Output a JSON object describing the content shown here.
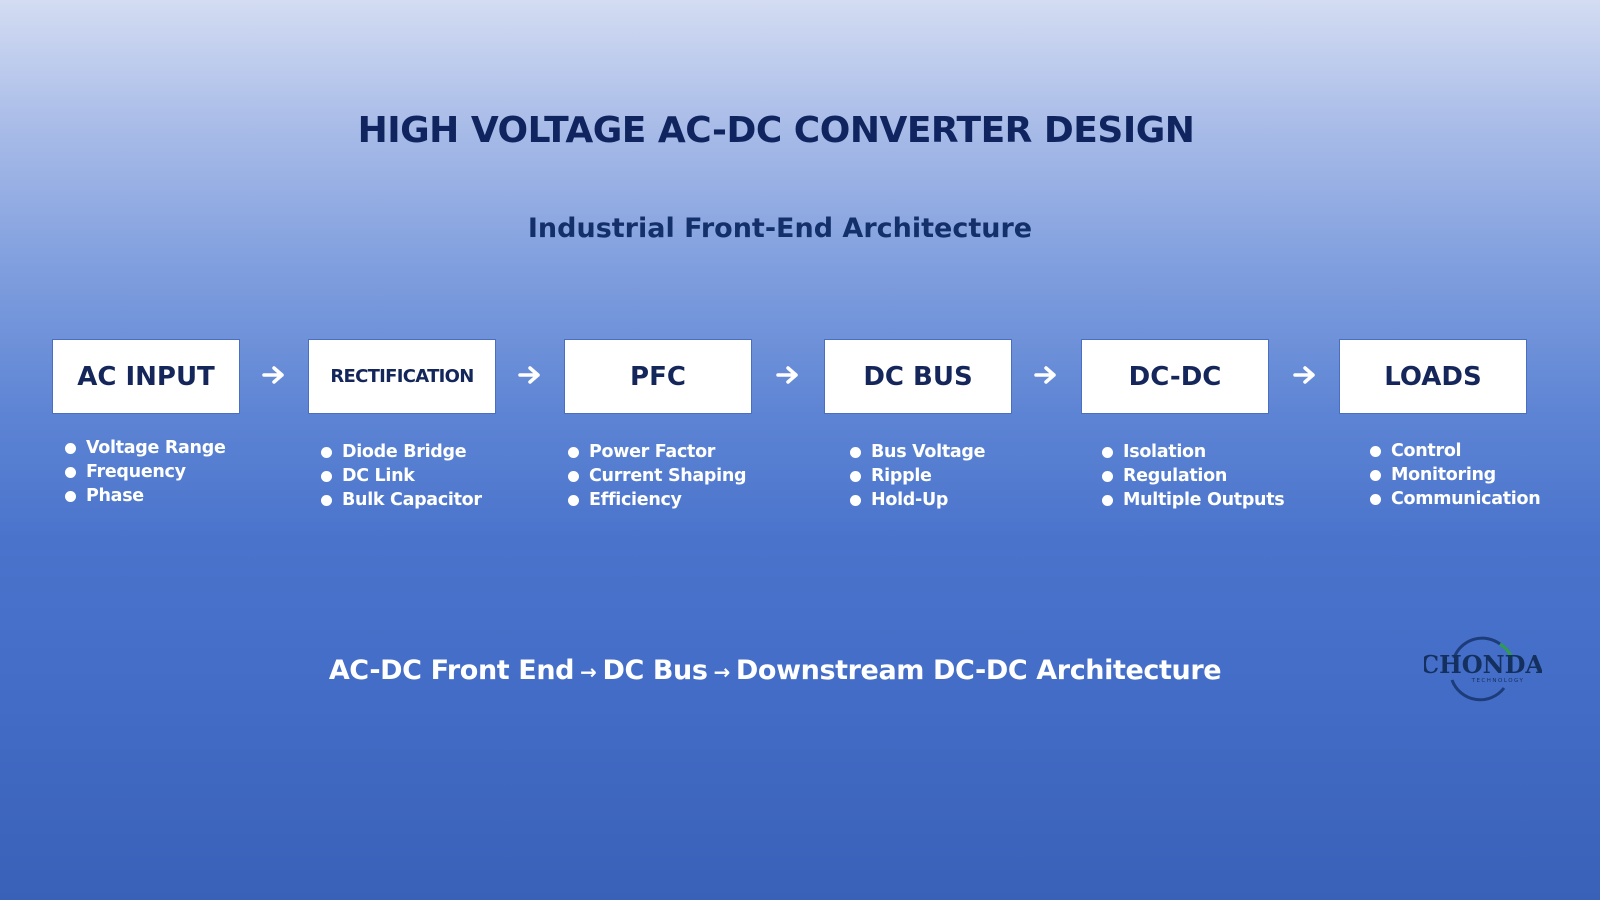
{
  "title": "HIGH VOLTAGE AC-DC CONVERTER DESIGN",
  "subtitle": "Industrial Front-End Architecture",
  "stages": [
    {
      "label": "AC INPUT",
      "bullets": [
        "Voltage Range",
        "Frequency",
        "Phase"
      ]
    },
    {
      "label": "RECTIFICATION",
      "bullets": [
        "Diode Bridge",
        "DC Link",
        "Bulk Capacitor"
      ]
    },
    {
      "label": "PFC",
      "bullets": [
        "Power Factor",
        "Current Shaping",
        "Efficiency"
      ]
    },
    {
      "label": "DC BUS",
      "bullets": [
        "Bus Voltage",
        "Ripple",
        "Hold-Up"
      ]
    },
    {
      "label": "DC-DC",
      "bullets": [
        "Isolation",
        "Regulation",
        "Multiple Outputs"
      ]
    },
    {
      "label": "LOADS",
      "bullets": [
        "Control",
        "Monitoring",
        "Communication"
      ]
    }
  ],
  "footer": {
    "part1": "AC-DC Front End",
    "separator": "→",
    "part2": "DC Bus",
    "part3": "Downstream DC-DC Architecture"
  },
  "logo": {
    "name": "CHONDA",
    "tagline": "TECHNOLOGY"
  },
  "colors": {
    "title": "#102560",
    "box_text": "#14265a",
    "bullet_text": "#ffffff",
    "logo_ring": "#1d3d7a",
    "logo_accent": "#2e9d4a"
  }
}
